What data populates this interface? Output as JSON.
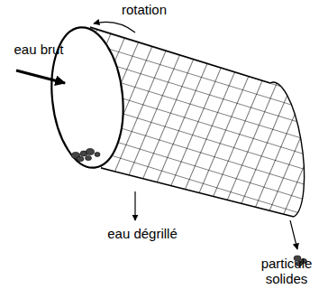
{
  "diagram": {
    "labels": [
      "rotation",
      "eau brut",
      "eau dégrillé",
      "particule solides"
    ]
  }
}
